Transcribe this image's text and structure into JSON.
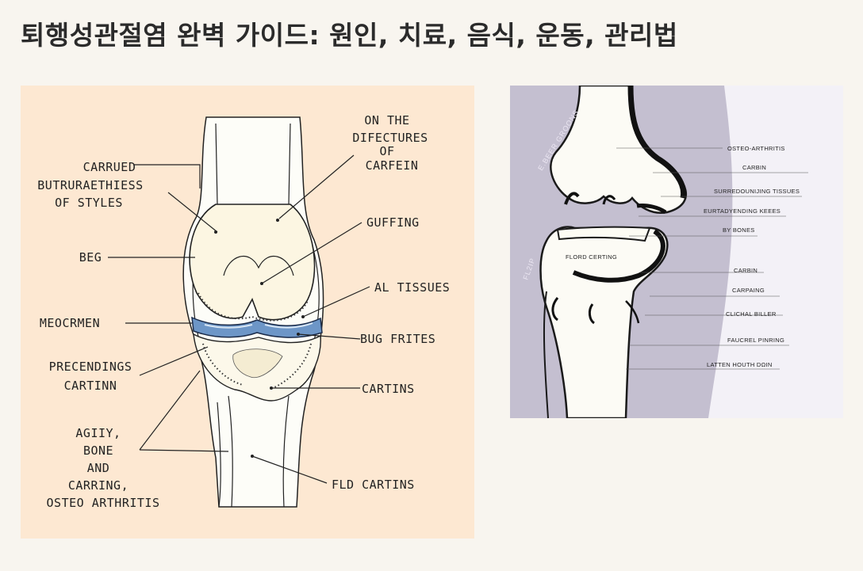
{
  "page": {
    "title": "퇴행성관절염 완벽 가이드: 원인, 치료, 음식, 운동, 관리법"
  },
  "left_diagram": {
    "labels": {
      "carrued_1": "CARRUED",
      "carrued_2": "BUTRURAETHIESS",
      "carrued_3": "OF STYLES",
      "beg": "BEG",
      "meocrmen": "MEOCRMEN",
      "precendings_1": "PRECENDINGS",
      "precendings_2": "CARTINN",
      "agiiy_1": "AGIIY,",
      "agiiy_2": "BONE",
      "agiiy_3": "AND",
      "agiiy_4": "CARRING,",
      "agiiy_5": "OSTEO ARTHRITIS",
      "on_the_1": "ON THE",
      "on_the_2": "DIFECTURES",
      "on_the_3": "OF",
      "on_the_4": "CARFEIN",
      "guffing": "GUFFING",
      "al_tissues": "AL TISSUES",
      "bug_frites": "BUG FRITES",
      "cartins": "CARTINS",
      "fld_cartins": "FLD CARTINS"
    }
  },
  "right_diagram": {
    "labels": {
      "osteo": "OSTEO-ARTHRITIS",
      "carbin_1": "CARBIN",
      "surredouning": "SURREDOUNIJING TISSUES",
      "eurtadyending": "EURTADYENDING KEEES",
      "by_bones": "BY BONES",
      "carbin_2": "CARBIN",
      "carpaing": "CARPAING",
      "clichal": "CLICHAL BILLER",
      "faucrel": "FAUCREL PINRING",
      "latten": "LATTEN HOUTH DΩIN",
      "flord": "FLORD CERTING",
      "ghost_1": "E.BEER GROONS",
      "ghost_2": "FL2IP"
    }
  }
}
